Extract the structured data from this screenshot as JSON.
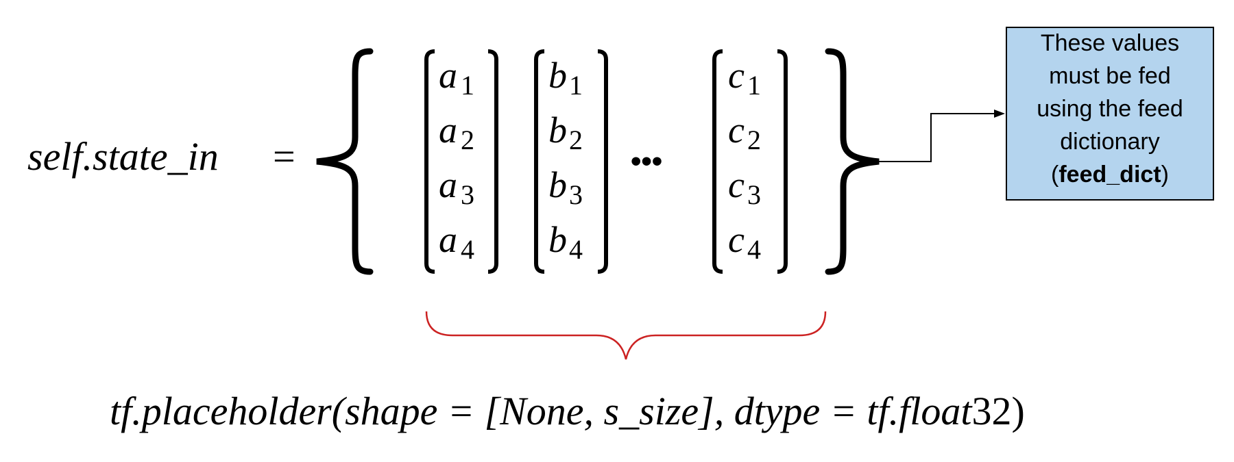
{
  "top_expression": {
    "lhs": "self.state_in",
    "equals": "=",
    "vectors": [
      {
        "var": "a",
        "subs": [
          "1",
          "2",
          "3",
          "4"
        ]
      },
      {
        "var": "b",
        "subs": [
          "1",
          "2",
          "3",
          "4"
        ]
      },
      {
        "var": "c",
        "subs": [
          "1",
          "2",
          "3",
          "4"
        ]
      }
    ],
    "ellipsis": "•••"
  },
  "note": {
    "lines": [
      "These values",
      "must be fed",
      "using the feed",
      "dictionary"
    ],
    "paren_open": "(",
    "bold_term": "feed_dict",
    "paren_close": ")",
    "fill_color": "#b4d4ee",
    "border_color": "#000000"
  },
  "bottom_expression": {
    "pre": "tf.placeholder(shape = [",
    "none": "None",
    "mid": ", s_size], dtype = tf.float",
    "bits": "32",
    "close": ")"
  },
  "colors": {
    "underbrace": "#cc2222",
    "ink": "#000000"
  }
}
